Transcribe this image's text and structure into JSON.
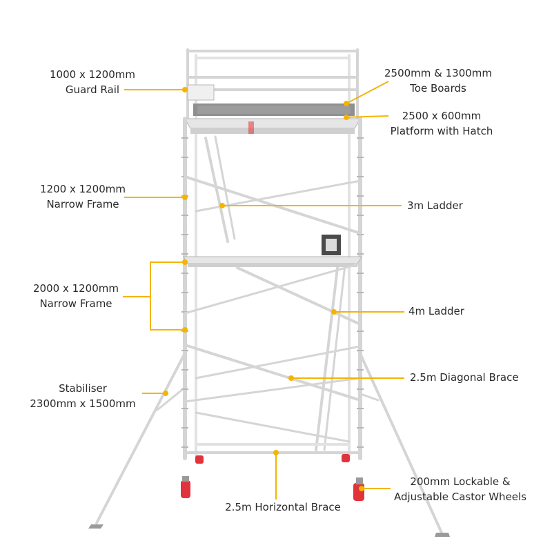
{
  "colors": {
    "leader": "#f5b400",
    "tube": "#d5d5d5",
    "tube_edge": "#b7b7b7",
    "deck": "#e6e6e6",
    "toe_board": "#8f8f8f",
    "castor": "#e2333d",
    "text": "#2a2a2a"
  },
  "labels": {
    "guard_rail": {
      "line1": "1000 x 1200mm",
      "line2": "Guard Rail"
    },
    "toe_boards": {
      "line1": "2500mm & 1300mm",
      "line2": "Toe Boards"
    },
    "platform": {
      "line1": "2500 x 600mm",
      "line2": "Platform with Hatch"
    },
    "narrow_frame_1200": {
      "line1": "1200 x 1200mm",
      "line2": "Narrow Frame"
    },
    "ladder_3m": {
      "line1": "3m Ladder"
    },
    "narrow_frame_2000": {
      "line1": "2000 x 1200mm",
      "line2": "Narrow Frame"
    },
    "ladder_4m": {
      "line1": "4m Ladder"
    },
    "stabiliser": {
      "line1": "Stabiliser",
      "line2": "2300mm x 1500mm"
    },
    "diagonal_brace": {
      "line1": "2.5m Diagonal Brace"
    },
    "castor_wheels": {
      "line1": "200mm Lockable &",
      "line2": "Adjustable Castor Wheels"
    },
    "horizontal_brace": {
      "line1": "2.5m Horizontal Brace"
    }
  }
}
